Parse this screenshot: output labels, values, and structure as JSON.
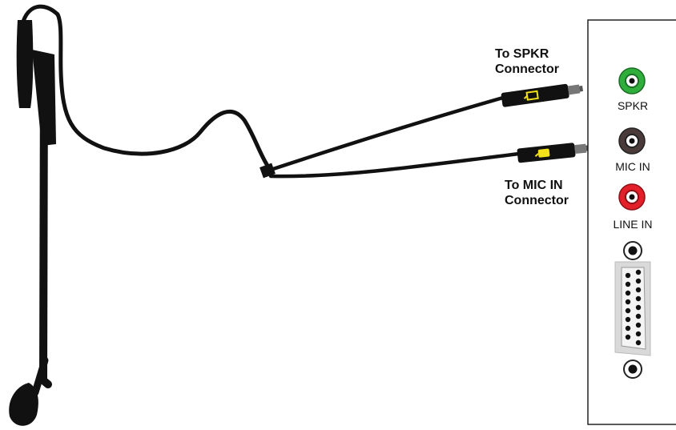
{
  "callouts": {
    "spkr": {
      "line1": "To SPKR",
      "line2": "Connector"
    },
    "mic": {
      "line1": "To MIC IN",
      "line2": "Connector"
    }
  },
  "ports": {
    "spkr": {
      "label": "SPKR",
      "color": "#2fae3c"
    },
    "mic_in": {
      "label": "MIC IN",
      "color": "#4a3a3a"
    },
    "line_in": {
      "label": "LINE IN",
      "color": "#e3202a"
    }
  },
  "colors": {
    "cable": "#111111",
    "panel_border": "#222222",
    "plug_indicator": "#f2e11b",
    "vga_body": "#d9d9d9"
  },
  "icons": {
    "spkr_plug": "headphone-icon",
    "mic_plug": "microphone-icon"
  }
}
